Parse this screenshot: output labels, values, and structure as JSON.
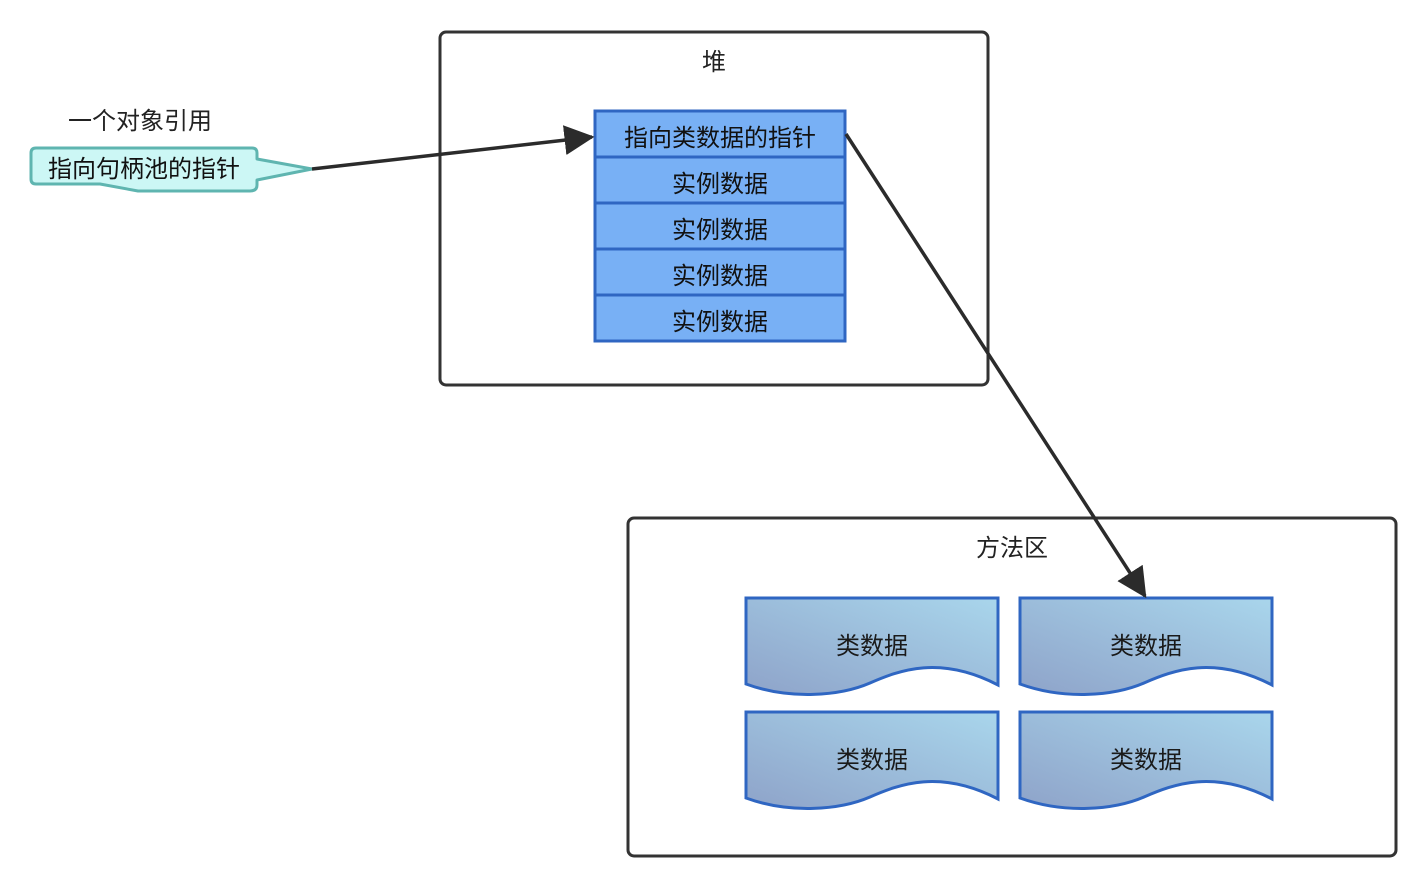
{
  "reference": {
    "label": "一个对象引用",
    "callout_text": "指向句柄池的指针"
  },
  "heap": {
    "title": "堆",
    "pointer_cell": "指向类数据的指针",
    "instance_cells": [
      "实例数据",
      "实例数据",
      "实例数据",
      "实例数据"
    ]
  },
  "method_area": {
    "title": "方法区",
    "class_docs": [
      "类数据",
      "类数据",
      "类数据",
      "类数据"
    ]
  },
  "colors": {
    "callout_fill": "#ccf7f5",
    "callout_stroke": "#5fb5b0",
    "cell_fill": "#78b0f5",
    "cell_stroke": "#2f66c2",
    "doc_fill_light": "#a9d6ec",
    "doc_fill_dark": "#8ea3c9",
    "doc_stroke": "#2f66c2",
    "frame_stroke": "#333333",
    "arrow": "#2b2b2b"
  }
}
